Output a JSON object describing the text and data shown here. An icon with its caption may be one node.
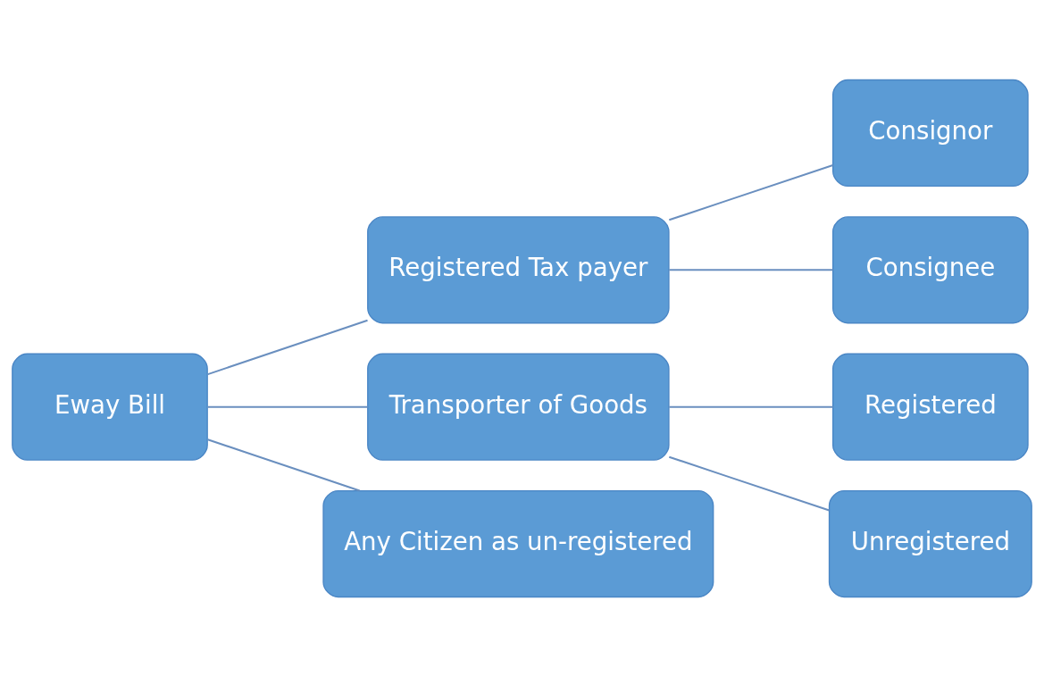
{
  "diagram": {
    "nodes": [
      {
        "text": [
          "Eway Bill"
        ]
      },
      {
        "text": [
          "Registered Tax payer"
        ]
      },
      {
        "text": [
          "Transporter of Goods"
        ]
      },
      {
        "text": [
          "Any Citizen as un-registered"
        ]
      },
      {
        "text": [
          "Consignor"
        ]
      },
      {
        "text": [
          "Consignee"
        ]
      },
      {
        "text": [
          "Registered"
        ]
      },
      {
        "text": [
          "Unregistered"
        ]
      }
    ],
    "edges": [
      {
        "from": 0,
        "to": 1,
        "arrow": "none"
      },
      {
        "from": 0,
        "to": 2,
        "arrow": "none"
      },
      {
        "from": 0,
        "to": 3,
        "arrow": "none"
      },
      {
        "from": 1,
        "to": 4,
        "arrow": "none"
      },
      {
        "from": 1,
        "to": 5,
        "arrow": "none"
      },
      {
        "from": 2,
        "to": 6,
        "arrow": "none"
      },
      {
        "from": 2,
        "to": 7,
        "arrow": "none"
      }
    ]
  }
}
